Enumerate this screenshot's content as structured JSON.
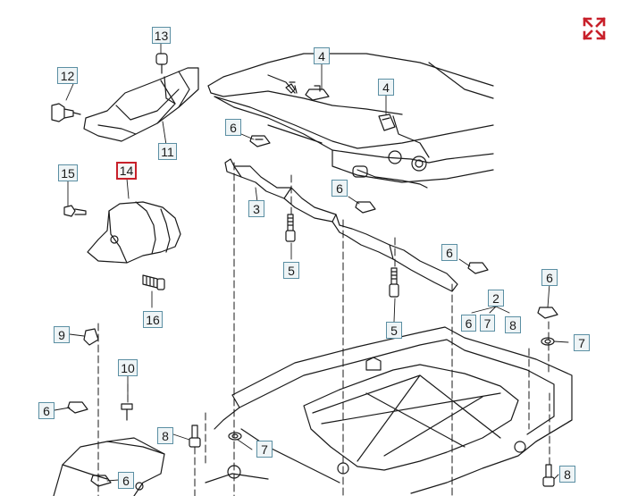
{
  "diagram": {
    "labels": {
      "l13": "13",
      "l12": "12",
      "l11": "11",
      "l4a": "4",
      "l4b": "4",
      "l6a": "6",
      "l15": "15",
      "l14": "14",
      "l6b": "6",
      "l3": "3",
      "l5a": "5",
      "l16": "16",
      "l6c": "6",
      "l2": "2",
      "l6d": "6",
      "l6e": "6",
      "l7e": "7",
      "l8e": "8",
      "l7a": "7",
      "l5b": "5",
      "l9": "9",
      "l10": "10",
      "l6f": "6",
      "l8a": "8",
      "l7b": "7",
      "l6g": "6",
      "l8b": "8"
    },
    "highlighted_label": "14"
  },
  "toolbar": {
    "icon": "expand-icon"
  },
  "colors": {
    "label_border": "#5b8fa3",
    "label_fill": "#eef4f6",
    "highlight": "#c8202a",
    "line": "#1a1a1a",
    "accent": "#c8202a"
  }
}
